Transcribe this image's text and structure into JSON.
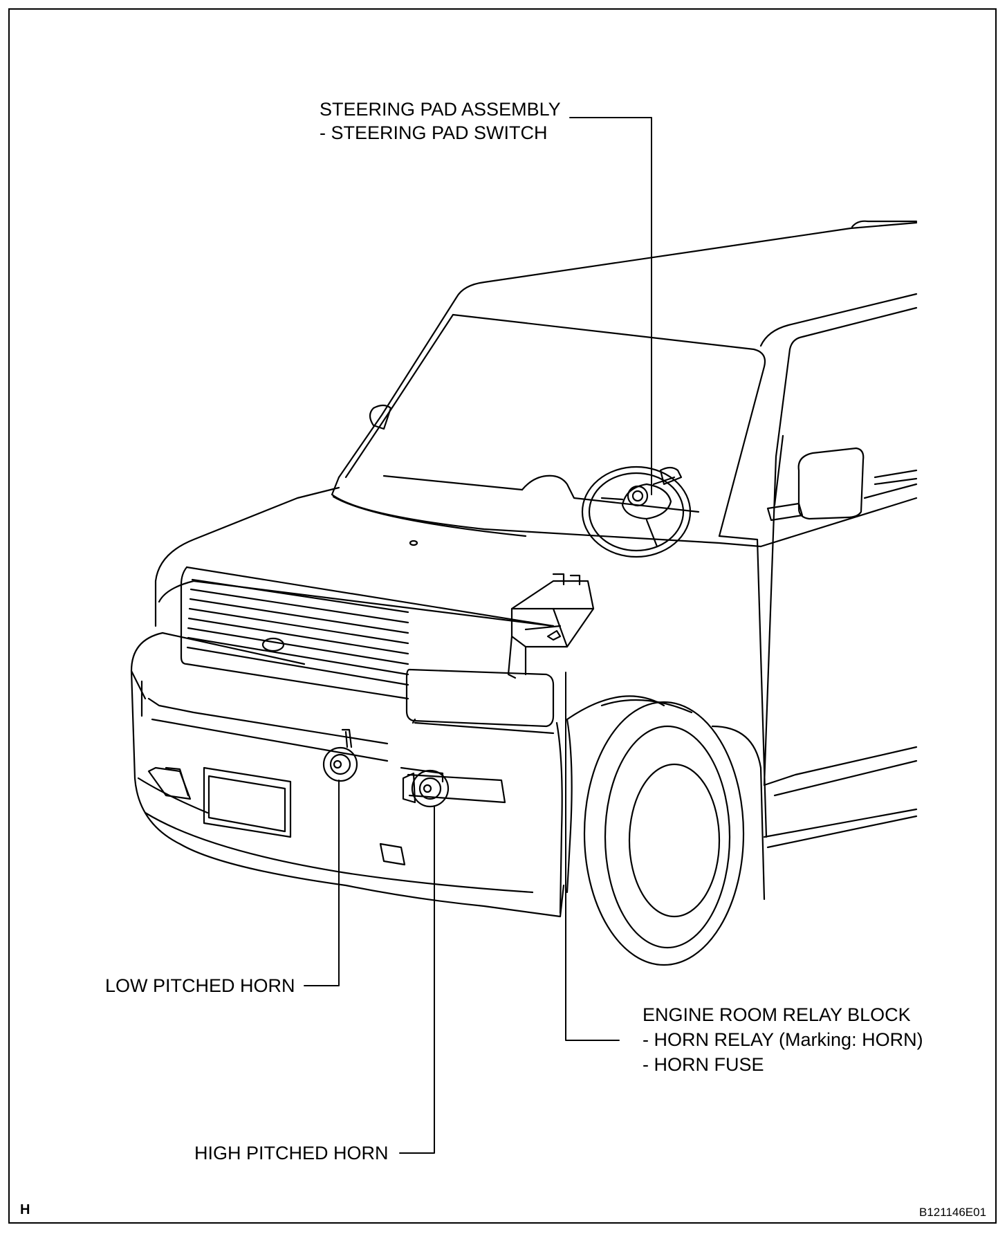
{
  "labels": {
    "steering_line1": "STEERING PAD ASSEMBLY",
    "steering_line2": "- STEERING PAD SWITCH",
    "low_horn": "LOW PITCHED HORN",
    "high_horn": "HIGH PITCHED HORN",
    "relay_line1": "ENGINE ROOM RELAY BLOCK",
    "relay_line2": "- HORN RELAY (Marking: HORN)",
    "relay_line3": "- HORN FUSE"
  },
  "footer": {
    "corner_letter": "H",
    "figure_code": "B121146E01"
  }
}
